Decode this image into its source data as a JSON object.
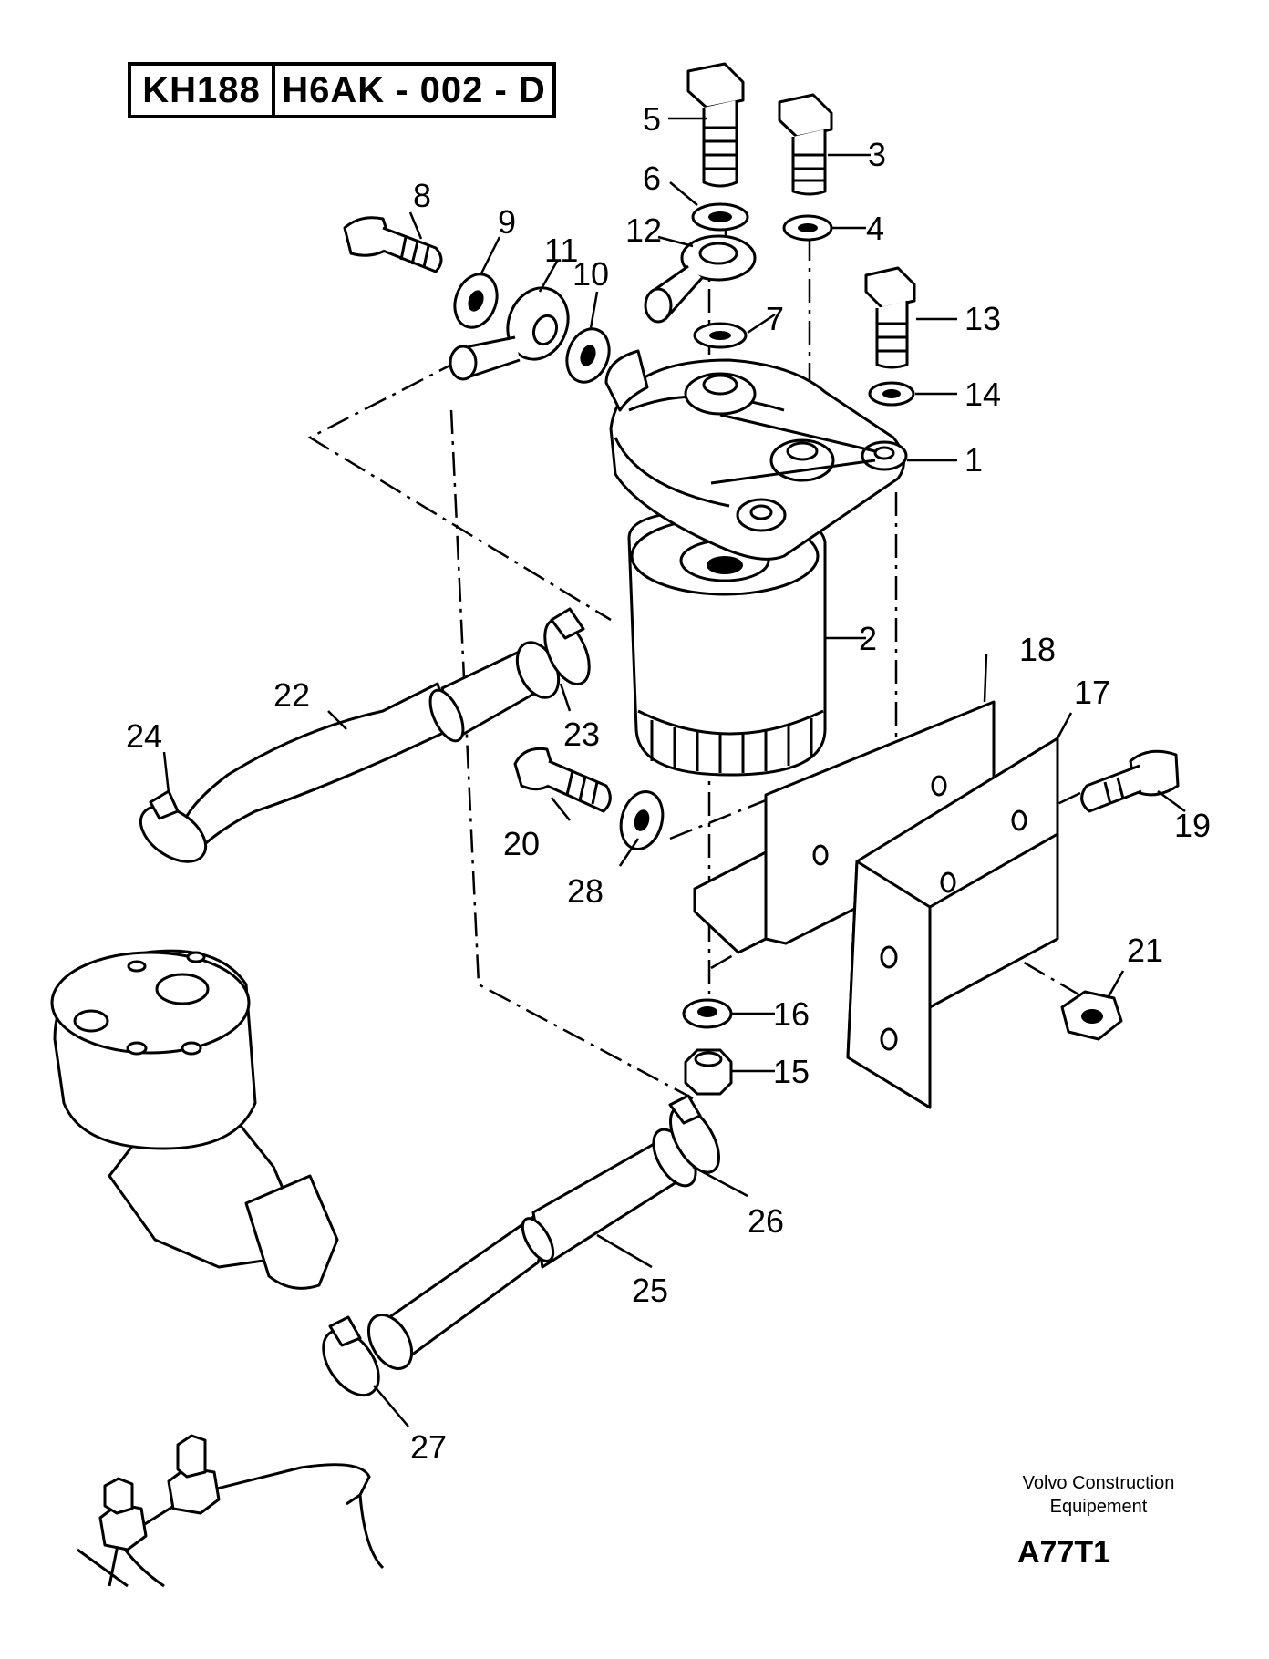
{
  "header": {
    "code_left": "KH188",
    "code_right": "H6AK - 002 - D"
  },
  "footer": {
    "line1": "Volvo Construction",
    "line2": "Equipement",
    "code": "A77T1"
  },
  "callouts": [
    "1",
    "2",
    "3",
    "4",
    "5",
    "6",
    "7",
    "8",
    "9",
    "10",
    "11",
    "12",
    "13",
    "14",
    "15",
    "16",
    "17",
    "18",
    "19",
    "20",
    "21",
    "22",
    "23",
    "24",
    "25",
    "26",
    "27",
    "28"
  ]
}
